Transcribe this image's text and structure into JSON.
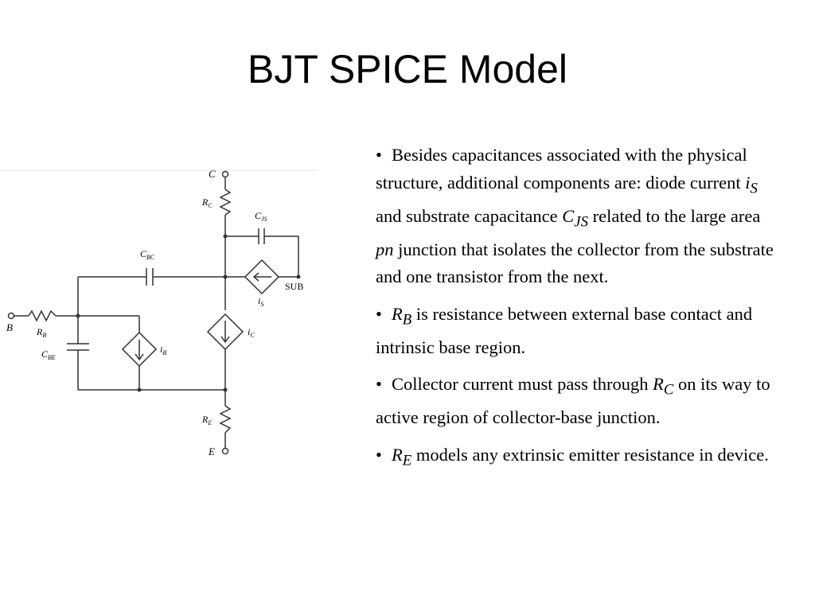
{
  "title": "BJT SPICE Model",
  "diagram": {
    "labels": {
      "C": "C",
      "E": "E",
      "B": "B",
      "RC": "R",
      "RC_sub": "C",
      "RB": "R",
      "RB_sub": "B",
      "RE": "R",
      "RE_sub": "E",
      "CJS": "C",
      "CJS_sub": "JS",
      "CBC": "C",
      "CBC_sub": "BC",
      "CBE": "C",
      "CBE_sub": "BE",
      "SUB": "SUB",
      "iS": "i",
      "iS_sub": "S",
      "iC": "i",
      "iC_sub": "C",
      "iB": "i",
      "iB_sub": "B"
    }
  },
  "bullets": [
    {
      "marker": "•",
      "parts": [
        {
          "t": "Besides capacitances associated with the physical structure, additional components are: diode current "
        },
        {
          "t": "i",
          "style": "i"
        },
        {
          "t": "S",
          "style": "isub"
        },
        {
          "t": " and substrate capacitance "
        },
        {
          "t": "C",
          "style": "i"
        },
        {
          "t": "JS",
          "style": "isub"
        },
        {
          "t": " related to the large area "
        },
        {
          "t": "pn",
          "style": "i"
        },
        {
          "t": " junction that isolates the collector from the substrate and one transistor from the next."
        }
      ]
    },
    {
      "marker": "•",
      "parts": [
        {
          "t": "R",
          "style": "i"
        },
        {
          "t": "B",
          "style": "isub"
        },
        {
          "t": " is resistance between external base contact and intrinsic base region."
        }
      ]
    },
    {
      "marker": "•",
      "parts": [
        {
          "t": "Collector current must pass through "
        },
        {
          "t": "R",
          "style": "i"
        },
        {
          "t": "C",
          "style": "isub"
        },
        {
          "t": " on its way to active region of collector-base junction."
        }
      ]
    },
    {
      "marker": "•",
      "parts": [
        {
          "t": "R",
          "style": "i"
        },
        {
          "t": "E",
          "style": "isub"
        },
        {
          "t": " models any extrinsic emitter resistance in device."
        }
      ]
    }
  ]
}
